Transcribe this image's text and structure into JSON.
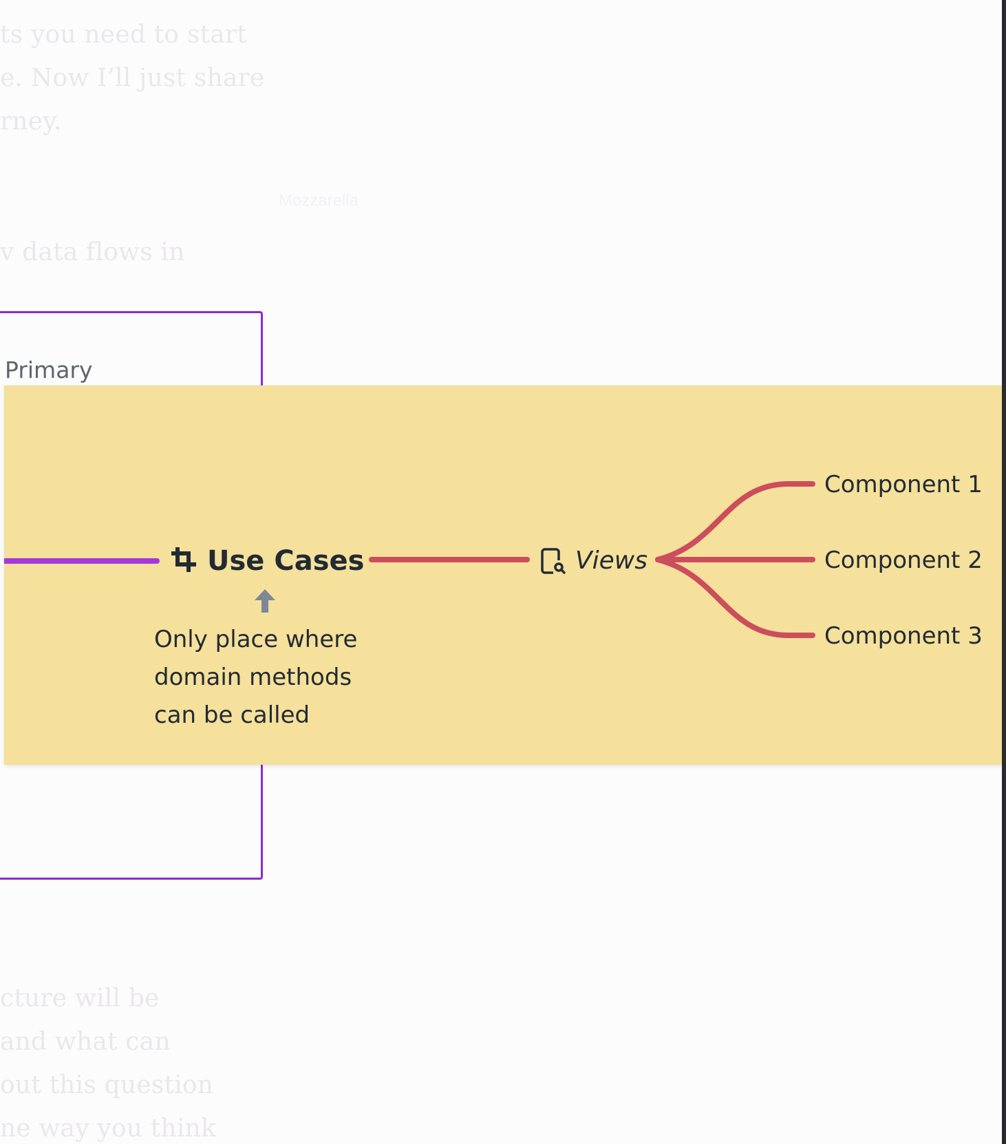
{
  "background_text": {
    "top_lines": [
      "ts you need to start",
      "e. Now I’ll just share",
      "rney."
    ],
    "middle_line": "v data flows in",
    "bottom_lines": [
      "cture will be",
      " and what can",
      "out this question",
      "ne way you think"
    ]
  },
  "watermark": "Mozzarella",
  "diagram": {
    "primary_label": "Primary",
    "use_cases": {
      "icon": "crop-icon",
      "label": "Use Cases"
    },
    "note": {
      "icon": "arrow-up-icon",
      "lines": [
        "Only place where",
        "domain methods",
        "can be called"
      ]
    },
    "views": {
      "icon": "device-search-icon",
      "label": "Views"
    },
    "components": [
      "Component 1",
      "Component 2",
      "Component 3"
    ],
    "colors": {
      "panel": "#f5e09c",
      "purple": "#8a2bd1",
      "purple_line": "#a438d8",
      "red_line": "#cc4d5b",
      "text": "#222b33"
    }
  }
}
